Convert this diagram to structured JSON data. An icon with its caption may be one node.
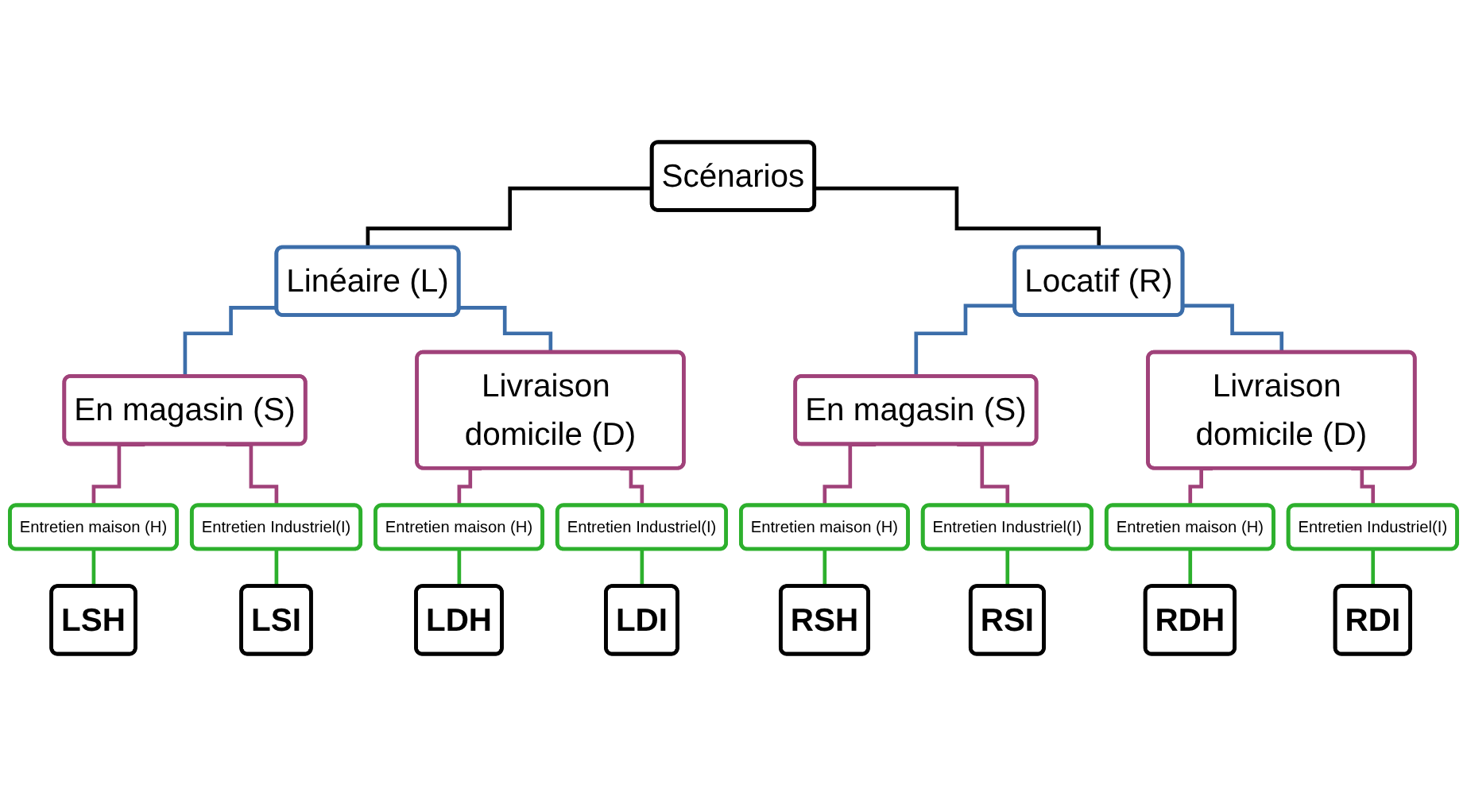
{
  "diagram": {
    "nodes": [
      {
        "text": [
          "Scénarios"
        ]
      },
      {
        "text": [
          "Linéaire (L)"
        ]
      },
      {
        "text": [
          "Locatif (R)"
        ]
      },
      {
        "text": [
          "En magasin (S)"
        ]
      },
      {
        "text": [
          "Livraison domicile (D)"
        ]
      },
      {
        "text": [
          "En magasin (S)"
        ]
      },
      {
        "text": [
          "Livraison domicile (D)"
        ]
      },
      {
        "text": [
          "Entretien maison (H)"
        ]
      },
      {
        "text": [
          "Entretien Industriel(I)"
        ]
      },
      {
        "text": [
          "Entretien maison (H)"
        ]
      },
      {
        "text": [
          "Entretien Industriel(I)"
        ]
      },
      {
        "text": [
          "Entretien maison (H)"
        ]
      },
      {
        "text": [
          "Entretien Industriel(I)"
        ]
      },
      {
        "text": [
          "Entretien maison (H)"
        ]
      },
      {
        "text": [
          "Entretien Industriel(I)"
        ]
      },
      {
        "text": [
          "LSH"
        ]
      },
      {
        "text": [
          "LSI"
        ]
      },
      {
        "text": [
          "LDH"
        ]
      },
      {
        "text": [
          "LDI"
        ]
      },
      {
        "text": [
          "RSH"
        ]
      },
      {
        "text": [
          "RSI"
        ]
      },
      {
        "text": [
          "RDH"
        ]
      },
      {
        "text": [
          "RDI"
        ]
      }
    ],
    "edges": [
      {
        "from": 0,
        "to": 1,
        "arrow": "none",
        "color": "#000000"
      },
      {
        "from": 0,
        "to": 2,
        "arrow": "none",
        "color": "#000000"
      },
      {
        "from": 1,
        "to": 3,
        "arrow": "none",
        "color": "#3c6eaa"
      },
      {
        "from": 1,
        "to": 4,
        "arrow": "none",
        "color": "#3c6eaa"
      },
      {
        "from": 2,
        "to": 5,
        "arrow": "none",
        "color": "#3c6eaa"
      },
      {
        "from": 2,
        "to": 6,
        "arrow": "none",
        "color": "#3c6eaa"
      },
      {
        "from": 3,
        "to": 7,
        "arrow": "none",
        "color": "#a0427a"
      },
      {
        "from": 3,
        "to": 8,
        "arrow": "none",
        "color": "#a0427a"
      },
      {
        "from": 4,
        "to": 9,
        "arrow": "none",
        "color": "#a0427a"
      },
      {
        "from": 4,
        "to": 10,
        "arrow": "none",
        "color": "#a0427a"
      },
      {
        "from": 5,
        "to": 11,
        "arrow": "none",
        "color": "#a0427a"
      },
      {
        "from": 5,
        "to": 12,
        "arrow": "none",
        "color": "#a0427a"
      },
      {
        "from": 6,
        "to": 13,
        "arrow": "none",
        "color": "#a0427a"
      },
      {
        "from": 6,
        "to": 14,
        "arrow": "none",
        "color": "#a0427a"
      },
      {
        "from": 7,
        "to": 15,
        "arrow": "none",
        "color": "#2db02d"
      },
      {
        "from": 8,
        "to": 16,
        "arrow": "none",
        "color": "#2db02d"
      },
      {
        "from": 9,
        "to": 17,
        "arrow": "none",
        "color": "#2db02d"
      },
      {
        "from": 10,
        "to": 18,
        "arrow": "none",
        "color": "#2db02d"
      },
      {
        "from": 11,
        "to": 19,
        "arrow": "none",
        "color": "#2db02d"
      },
      {
        "from": 12,
        "to": 20,
        "arrow": "none",
        "color": "#2db02d"
      },
      {
        "from": 13,
        "to": 21,
        "arrow": "none",
        "color": "#2db02d"
      },
      {
        "from": 14,
        "to": 22,
        "arrow": "none",
        "color": "#2db02d"
      }
    ]
  }
}
